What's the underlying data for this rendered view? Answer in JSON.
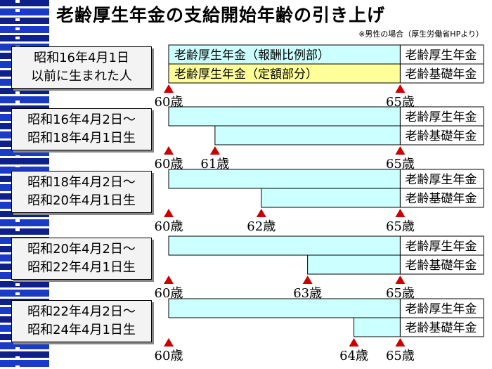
{
  "title": "老齢厚生年金の支給開始年齢の引き上げ",
  "note": "※男性の場合（厚生労働省HPより）",
  "colors": {
    "kousei_bar": "#ccffff",
    "teigaku_bar": "#ffff99",
    "marker": "#cc0000",
    "stripe_dark": "#10208a",
    "stripe_light": "#1a3ac8"
  },
  "rows": [
    {
      "line1": "昭和16年4月1日",
      "line2": "以前に生まれた人"
    },
    {
      "line1": "昭和16年4月2日～",
      "line2": "昭和18年4月1日生"
    },
    {
      "line1": "昭和18年4月2日～",
      "line2": "昭和20年4月1日生"
    },
    {
      "line1": "昭和20年4月2日～",
      "line2": "昭和22年4月1日生"
    },
    {
      "line1": "昭和22年4月2日～",
      "line2": "昭和24年4月1日生"
    }
  ],
  "chart_data": {
    "type": "timeline",
    "x_range": [
      60,
      66.8
    ],
    "rows": [
      {
        "bars": [
          {
            "start": 60,
            "end": 65,
            "label": "老齢厚生年金（報酬比例部）",
            "kind": "kousei"
          },
          {
            "start": 60,
            "end": 65,
            "label": "老齢厚生年金（定額部分）",
            "kind": "teigaku"
          }
        ],
        "after_65": [
          "老齢厚生年金",
          "老齢基礎年金"
        ],
        "ages": [
          {
            "age": 60,
            "label": "60歳"
          },
          {
            "age": 65,
            "label": "65歳"
          }
        ]
      },
      {
        "bars": [
          {
            "start": 60,
            "end": 65,
            "label": "",
            "kind": "kousei"
          },
          {
            "start": 61,
            "end": 65,
            "label": "",
            "kind": "kousei"
          }
        ],
        "after_65": [
          "老齢厚生年金",
          "老齢基礎年金"
        ],
        "ages": [
          {
            "age": 60,
            "label": "60歳"
          },
          {
            "age": 61,
            "label": "61歳"
          },
          {
            "age": 65,
            "label": "65歳"
          }
        ]
      },
      {
        "bars": [
          {
            "start": 60,
            "end": 65,
            "label": "",
            "kind": "kousei"
          },
          {
            "start": 62,
            "end": 65,
            "label": "",
            "kind": "kousei"
          }
        ],
        "after_65": [
          "老齢厚生年金",
          "老齢基礎年金"
        ],
        "ages": [
          {
            "age": 60,
            "label": "60歳"
          },
          {
            "age": 62,
            "label": "62歳"
          },
          {
            "age": 65,
            "label": "65歳"
          }
        ]
      },
      {
        "bars": [
          {
            "start": 60,
            "end": 65,
            "label": "",
            "kind": "kousei"
          },
          {
            "start": 63,
            "end": 65,
            "label": "",
            "kind": "kousei"
          }
        ],
        "after_65": [
          "老齢厚生年金",
          "老齢基礎年金"
        ],
        "ages": [
          {
            "age": 60,
            "label": "60歳"
          },
          {
            "age": 63,
            "label": "63歳"
          },
          {
            "age": 65,
            "label": "65歳"
          }
        ]
      },
      {
        "bars": [
          {
            "start": 60,
            "end": 65,
            "label": "",
            "kind": "kousei"
          },
          {
            "start": 64,
            "end": 65,
            "label": "",
            "kind": "kousei"
          }
        ],
        "after_65": [
          "老齢厚生年金",
          "老齢基礎年金"
        ],
        "ages": [
          {
            "age": 60,
            "label": "60歳"
          },
          {
            "age": 64,
            "label": "64歳"
          },
          {
            "age": 65,
            "label": "65歳"
          }
        ]
      }
    ]
  }
}
